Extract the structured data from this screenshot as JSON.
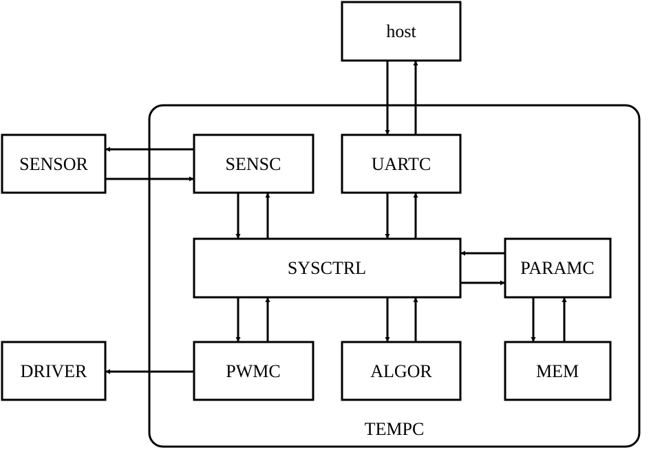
{
  "diagram": {
    "container": {
      "label": "TEMPC"
    },
    "blocks": {
      "host": "host",
      "sensor": "SENSOR",
      "sensc": "SENSC",
      "uartc": "UARTC",
      "sysctrl": "SYSCTRL",
      "paramc": "PARAMC",
      "driver": "DRIVER",
      "pwmc": "PWMC",
      "algor": "ALGOR",
      "mem": "MEM"
    },
    "connections": [
      {
        "from": "host",
        "to": "uartc"
      },
      {
        "from": "uartc",
        "to": "host"
      },
      {
        "from": "sensc",
        "to": "sensor"
      },
      {
        "from": "sensor",
        "to": "sensc"
      },
      {
        "from": "sensc",
        "to": "sysctrl"
      },
      {
        "from": "sysctrl",
        "to": "sensc"
      },
      {
        "from": "uartc",
        "to": "sysctrl"
      },
      {
        "from": "sysctrl",
        "to": "uartc"
      },
      {
        "from": "paramc",
        "to": "sysctrl"
      },
      {
        "from": "sysctrl",
        "to": "paramc"
      },
      {
        "from": "sysctrl",
        "to": "pwmc"
      },
      {
        "from": "pwmc",
        "to": "sysctrl"
      },
      {
        "from": "sysctrl",
        "to": "algor"
      },
      {
        "from": "algor",
        "to": "sysctrl"
      },
      {
        "from": "paramc",
        "to": "mem"
      },
      {
        "from": "mem",
        "to": "paramc"
      },
      {
        "from": "pwmc",
        "to": "driver"
      }
    ],
    "colors": {
      "stroke": "#000000",
      "fill": "#ffffff"
    }
  }
}
